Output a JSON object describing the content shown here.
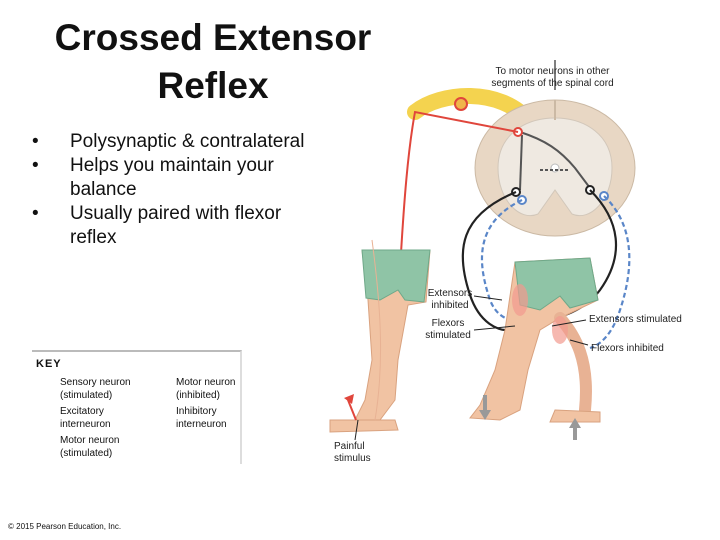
{
  "title_line1": "Crossed Extensor",
  "title_line2": "Reflex",
  "bullets": [
    "Polysynaptic & contralateral",
    "Helps you maintain your balance",
    "Usually paired with flexor reflex"
  ],
  "labels": {
    "motor_other_1": "To motor neurons in other",
    "motor_other_2": "segments of the spinal cord",
    "ext_inhibited_1": "Extensors",
    "ext_inhibited_2": "inhibited",
    "flex_stim_1": "Flexors",
    "flex_stim_2": "stimulated",
    "ext_stimulated": "Extensors stimulated",
    "flex_inhibited": "Flexors inhibited",
    "painful_1": "Painful",
    "painful_2": "stimulus"
  },
  "key": {
    "title": "KEY",
    "sensory_1": "Sensory neuron",
    "sensory_2": "(stimulated)",
    "excit_1": "Excitatory",
    "excit_2": "interneuron",
    "motor_stim_1": "Motor neuron",
    "motor_stim_2": "(stimulated)",
    "motor_inh_1": "Motor neuron",
    "motor_inh_2": "(inhibited)",
    "inhib_1": "Inhibitory",
    "inhib_2": "interneuron"
  },
  "credit": "© 2015 Pearson Education, Inc.",
  "colors": {
    "sensory": "#e0463c",
    "motor_inhibited": "#5a86c8",
    "inhibitory": "#222222",
    "motor_stimulated": "#555555",
    "cord_gray": "#e9e1d6",
    "cord_white": "#e8d7c4",
    "nerve_yellow": "#f4d34f",
    "skin": "#f1c3a3",
    "shorts": "#8fc4a6"
  }
}
